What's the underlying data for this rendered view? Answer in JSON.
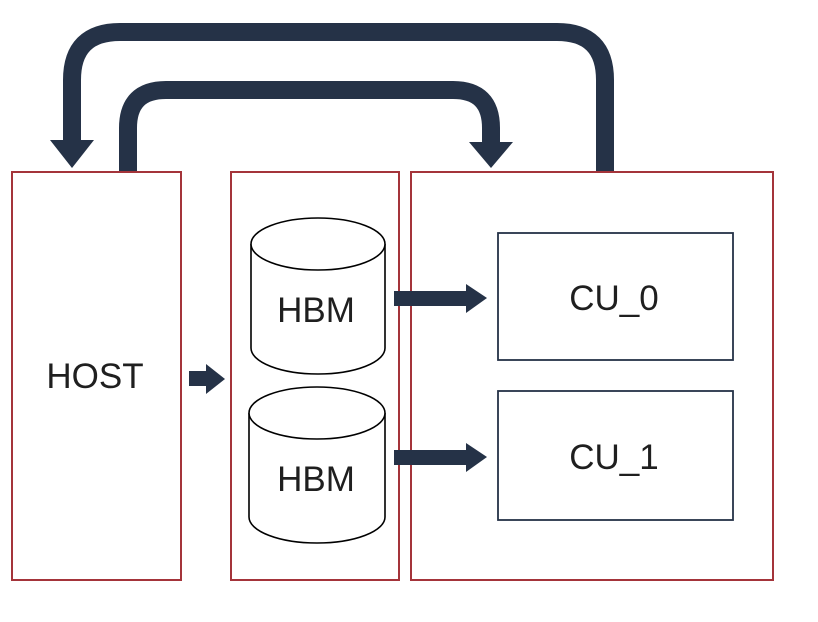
{
  "colors": {
    "box_border": "#a4343a",
    "arrow": "#253247",
    "cu_border": "#253247",
    "cylinder_stroke": "#000000",
    "background": "#ffffff"
  },
  "labels": {
    "host": "HOST",
    "hbm_top": "HBM",
    "hbm_bottom": "HBM",
    "cu_0": "CU_0",
    "cu_1": "CU_1"
  }
}
